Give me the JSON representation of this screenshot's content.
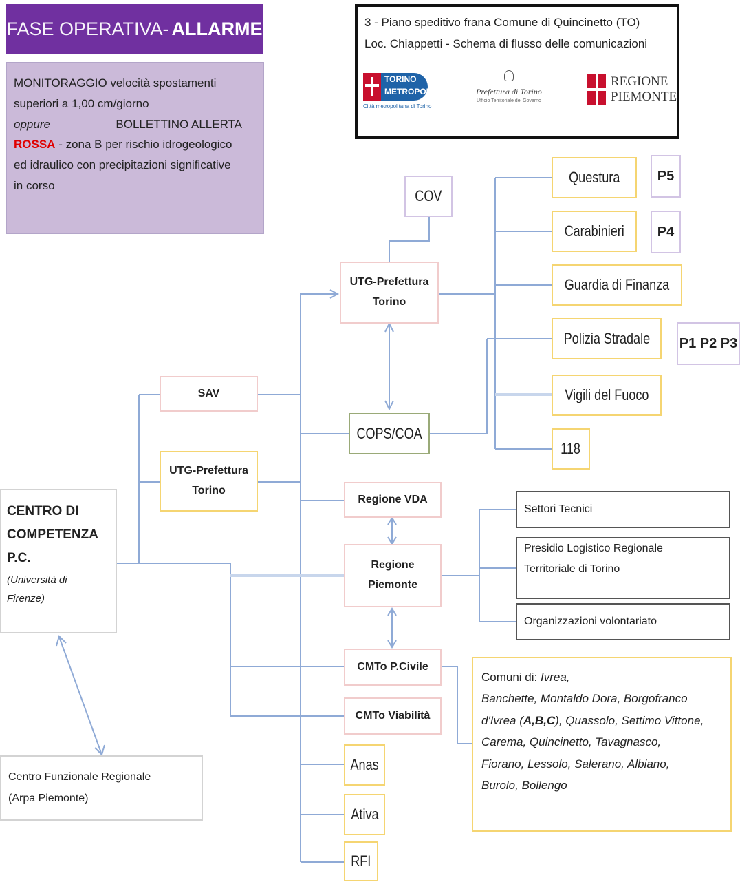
{
  "header": {
    "prefix": "FASE OPERATIVA-",
    "strong": "ALLARME"
  },
  "condition": {
    "line1": "MONITORAGGIO velocità spostamenti",
    "line2": "superiori a 1,00 cm/giorno",
    "oppure": "oppure",
    "bollettino": "BOLLETTINO ALLERTA",
    "rossa": "ROSSA",
    "rest1": " - zona B per rischio idrogeologico",
    "line5": "ed idraulico con precipitazioni significative",
    "line6": "in corso"
  },
  "title_box": {
    "line1": "3 - Piano speditivo frana Comune di Quincinetto (TO)",
    "line2": "Loc. Chiappetti - Schema di flusso delle comunicazioni",
    "logos": {
      "torino": {
        "l1": "TORINO",
        "l2": "METROPOLI",
        "sub": "Città metropolitana di Torino"
      },
      "prefettura": {
        "l1": "Prefettura di Torino",
        "sub": "Ufficio Territoriale del Governo"
      },
      "regione": {
        "l1": "REGIONE",
        "l2": "PIEMONTE"
      }
    }
  },
  "nodes": {
    "cov": "COV",
    "utg_top": {
      "l1": "UTG-Prefettura",
      "l2": "Torino"
    },
    "questura": "Questura",
    "carabinieri": "Carabinieri",
    "guardia": "Guardia di Finanza",
    "polizia": "Polizia Stradale",
    "vigili": "Vigili del Fuoco",
    "n118": "118",
    "p5": "P5",
    "p4": "P4",
    "p123": "P1 P2 P3",
    "sav": "SAV",
    "utg_left": {
      "l1": "UTG-Prefettura",
      "l2": "Torino"
    },
    "cops": "COPS/COA",
    "vda": "Regione VDA",
    "piemonte": {
      "l1": "Regione",
      "l2": "Piemonte"
    },
    "settori": "Settori Tecnici",
    "presidio": {
      "l1": "Presidio Logistico Regionale",
      "l2": "Territoriale di Torino"
    },
    "volontariato": "Organizzazioni volontariato",
    "cmto_pc": "CMTo P.Civile",
    "cmto_v": "CMTo Viabilità",
    "anas": "Anas",
    "ativa": "Ativa",
    "rfi": "RFI",
    "centro": {
      "l1": "CENTRO DI",
      "l2": "COMPETENZA",
      "l3": "P.C.",
      "l4": "(Università di",
      "l5": "Firenze)"
    },
    "cfr": {
      "l1": "Centro Funzionale Regionale",
      "l2": "(Arpa Piemonte)"
    }
  },
  "comuni": {
    "head": "Comuni di:",
    "first": "Ivrea,",
    "line2": "Banchette, Montaldo Dora, Borgofranco",
    "line3a": "d'Ivrea (",
    "line3b": "A,B,C",
    "line3c": "), Quassolo, Settimo Vittone,",
    "line4": "Carema, Quincinetto, Tavagnasco,",
    "line5": "Fiorano, Lessolo, Salerano, Albiano,",
    "line6": "Burolo, Bollengo"
  },
  "colors": {
    "accent": "#7030a0",
    "condition_bg": "#cbbad9",
    "connector": "#8faad6",
    "alert_red": "#e00000",
    "node_border": "#f5d572"
  }
}
